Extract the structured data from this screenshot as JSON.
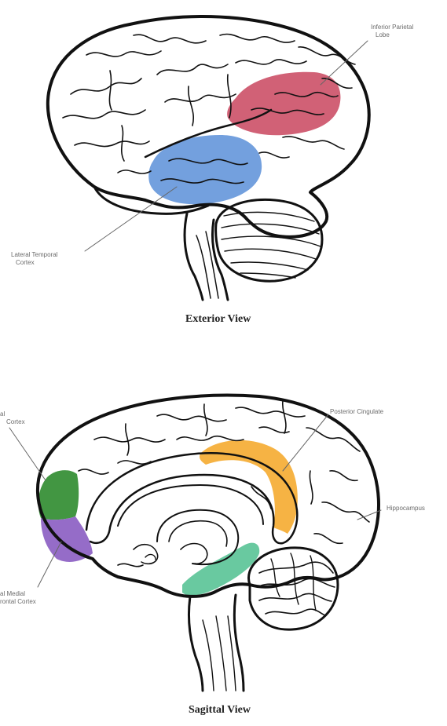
{
  "exterior": {
    "caption": "Exterior View",
    "labels": {
      "inferior_parietal_line1": "Inferior Parietal",
      "inferior_parietal_line2": "Lobe",
      "lateral_temporal_line1": "Lateral Temporal",
      "lateral_temporal_line2": "Cortex"
    },
    "colors": {
      "inferior_parietal": "#c9455e",
      "lateral_temporal": "#5b8fd8"
    }
  },
  "sagittal": {
    "caption": "Sagittal View",
    "labels": {
      "posterior_cingulate": "Posterior Cingulate",
      "hippocampus": "Hippocampus",
      "dorsal_medial_line1": "al",
      "dorsal_medial_line2": "Cortex",
      "ventral_medial_line1": "al Medial",
      "ventral_medial_line2": "rontal Cortex"
    },
    "colors": {
      "posterior_cingulate": "#f5a623",
      "hippocampus": "#4fbf8f",
      "dorsal_medial_prefrontal": "#2e8b2e",
      "ventral_medial_prefrontal": "#8a5cc2"
    }
  }
}
